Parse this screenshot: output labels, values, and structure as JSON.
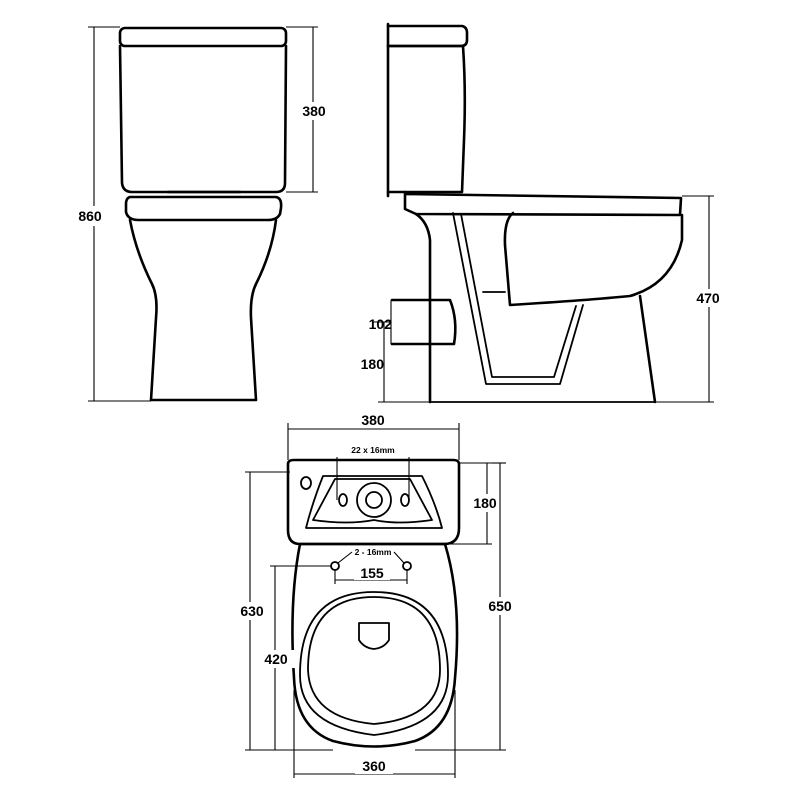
{
  "front_view": {
    "overall_height": "860",
    "cistern_height": "380"
  },
  "side_view": {
    "pan_height": "470",
    "outlet_diameter": "102",
    "outlet_height": "180"
  },
  "plan_view": {
    "cistern_width": "380",
    "cistern_holes_note": "22 x 16mm",
    "cistern_depth": "180",
    "fixing_holes_note": "2 - 16mm",
    "fixing_centres": "155",
    "overall_depth": "650",
    "pan_depth": "630",
    "seat_depth": "420",
    "pan_width": "360"
  }
}
